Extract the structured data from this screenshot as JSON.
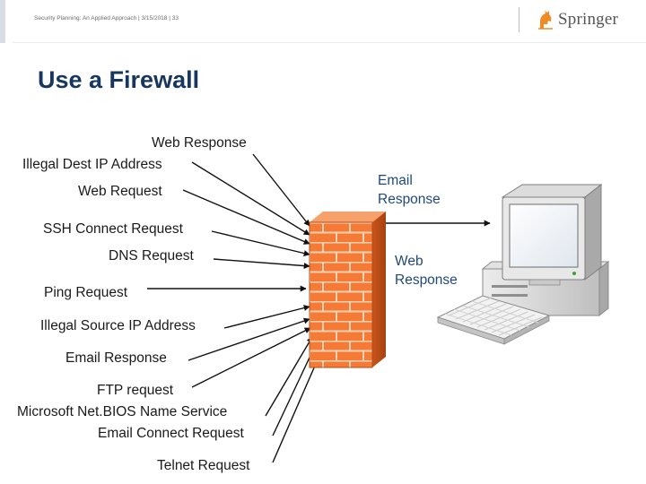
{
  "header": {
    "text": "Security Planning: An Applied Approach | 3/15/2018 | 33",
    "logo_text": "Springer"
  },
  "title": "Use a Firewall",
  "incoming_traffic": [
    "Web Response",
    "Illegal Dest IP Address",
    "Web Request",
    "SSH Connect Request",
    "DNS Request",
    "Ping Request",
    "Illegal Source IP Address",
    "Email Response",
    "FTP request",
    "Microsoft  Net.BIOS Name Service",
    "Email Connect Request",
    "Telnet Request"
  ],
  "allowed_traffic": {
    "email_response": [
      "Email",
      "Response"
    ],
    "web_response": [
      "Web",
      "Response"
    ]
  },
  "colors": {
    "title": "#17375e",
    "allowed_text": "#1f497d",
    "firewall": "#f47a36",
    "firewall_mortar": "#fbd2b4"
  },
  "icons": [
    "springer-horse-icon",
    "firewall-brick-icon",
    "computer-monitor-icon",
    "keyboard-icon"
  ]
}
